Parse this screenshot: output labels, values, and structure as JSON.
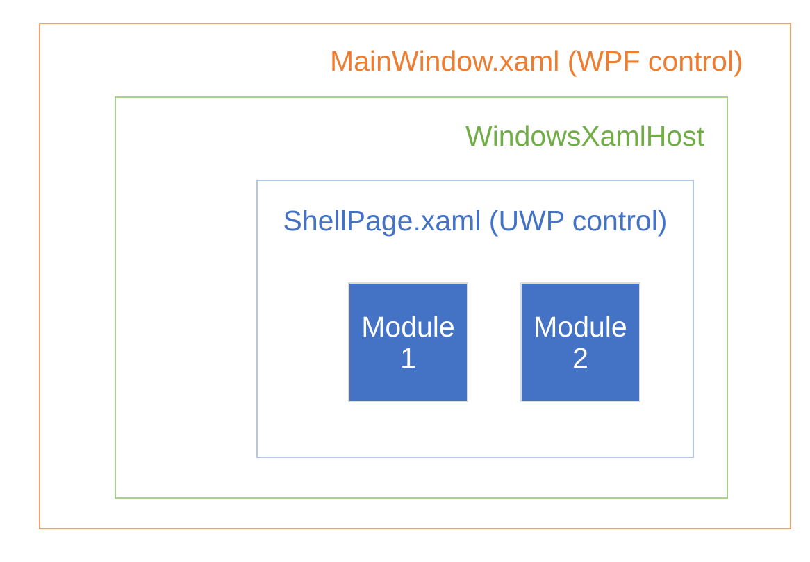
{
  "diagram": {
    "main_window": {
      "label": "MainWindow.xaml (WPF control)",
      "text_color": "#ED7D31",
      "border_color": "#F3A169"
    },
    "xaml_host": {
      "label": "WindowsXamlHost",
      "text_color": "#70AD47",
      "border_color": "#A9D18E"
    },
    "shell_page": {
      "label": "ShellPage.xaml (UWP control)",
      "text_color": "#4472C4",
      "border_color": "#B4C7E7"
    },
    "modules": [
      {
        "name": "Module",
        "number": "1",
        "fill_color": "#4472C4",
        "border_color": "#DCDCDC",
        "text_color": "#FFFFFF"
      },
      {
        "name": "Module",
        "number": "2",
        "fill_color": "#4472C4",
        "border_color": "#DCDCDC",
        "text_color": "#FFFFFF"
      }
    ],
    "background_color": "#FFFFFF"
  }
}
